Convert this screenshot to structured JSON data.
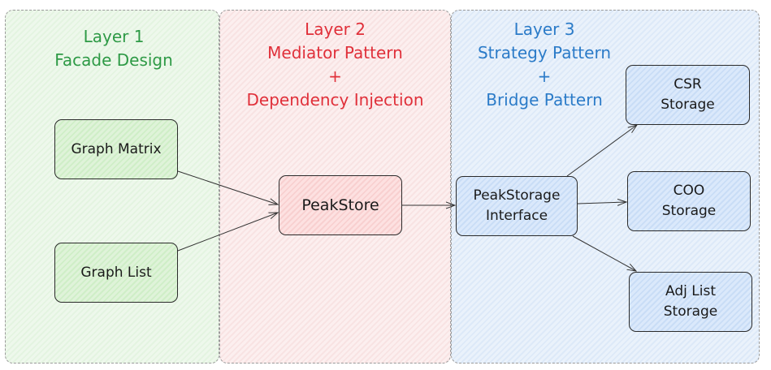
{
  "colors": {
    "layer1": "#2e9a46",
    "layer2": "#e0303a",
    "layer3": "#2b7bc8"
  },
  "layers": [
    {
      "lines": [
        "Layer 1",
        "Facade Design"
      ]
    },
    {
      "lines": [
        "Layer 2",
        "Mediator Pattern",
        "+",
        "Dependency Injection"
      ]
    },
    {
      "lines": [
        "Layer 3",
        "Strategy Pattern",
        "+",
        "Bridge Pattern"
      ]
    }
  ],
  "nodes": {
    "graph_matrix": [
      "Graph Matrix"
    ],
    "graph_list": [
      "Graph List"
    ],
    "peakstore": [
      "PeakStore"
    ],
    "peakstorage_interface": [
      "PeakStorage",
      "Interface"
    ],
    "csr_storage": [
      "CSR",
      "Storage"
    ],
    "coo_storage": [
      "COO",
      "Storage"
    ],
    "adj_list_storage": [
      "Adj List",
      "Storage"
    ]
  },
  "edges": [
    {
      "from": "graph_matrix",
      "to": "peakstore"
    },
    {
      "from": "graph_list",
      "to": "peakstore"
    },
    {
      "from": "peakstore",
      "to": "peakstorage_interface"
    },
    {
      "from": "peakstorage_interface",
      "to": "csr_storage"
    },
    {
      "from": "peakstorage_interface",
      "to": "coo_storage"
    },
    {
      "from": "peakstorage_interface",
      "to": "adj_list_storage"
    }
  ]
}
